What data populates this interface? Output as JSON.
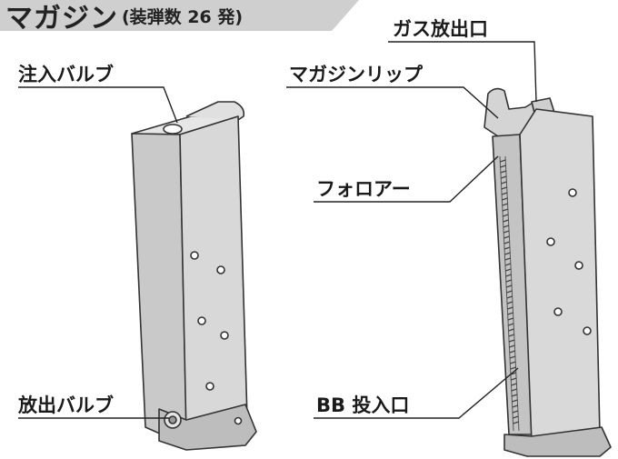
{
  "title": {
    "main": "マガジン",
    "sub": "(装弾数 26 発)"
  },
  "labels": {
    "inlet_valve": "注入バルブ",
    "outlet_valve": "放出バルブ",
    "gas_outlet": "ガス放出口",
    "magazine_lip": "マガジンリップ",
    "follower": "フォロアー",
    "bb_loading_port": "BB 投入口"
  },
  "colors": {
    "body_light": "#d9d9d9",
    "body_mid": "#c4c4c4",
    "body_dark": "#a8a8a8",
    "outline": "#333333",
    "banner": "#cfcfcf",
    "leader": "#222222"
  }
}
